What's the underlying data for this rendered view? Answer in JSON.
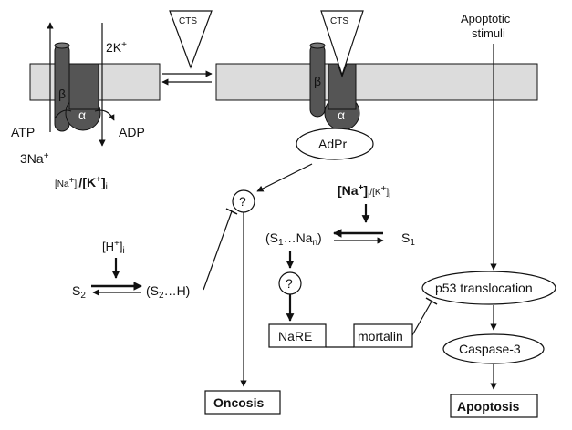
{
  "colors": {
    "membrane": "#dcdcdc",
    "protein": "#555555",
    "stroke": "#111111",
    "background": "#ffffff"
  },
  "left_pump": {
    "beta": "β",
    "alpha": "α",
    "k_label": "2K",
    "k_sup": "+",
    "atp": "ATP",
    "adp": "ADP",
    "na_label": "3Na",
    "na_sup": "+",
    "ratio": {
      "open": "[Na",
      "na_sup": "+",
      "mid": "]",
      "i1": "i",
      "slash": "/",
      "k_open": "[K",
      "k_sup": "+",
      "k_close": "]",
      "i2": "i"
    }
  },
  "cts": {
    "label_left": "CTS",
    "label_right": "CTS"
  },
  "right_pump": {
    "beta": "β",
    "alpha": "α",
    "adpr": "AdPr"
  },
  "apoptotic_stimuli": {
    "line1": "Apoptotic",
    "line2": "stimuli"
  },
  "question_mark_1": "?",
  "question_mark_2": "?",
  "proton": {
    "open": "[H",
    "sup": "+",
    "close": "]",
    "sub": "i"
  },
  "s2_equilibrium": {
    "s": "S",
    "s_sub": "2",
    "complex_open": "(S",
    "complex_sub": "2",
    "complex_tail": "…H)"
  },
  "na_ratio_right": {
    "open": "[Na",
    "na_sup": "+",
    "close": "]",
    "i1": "i",
    "rest_open": "/[K",
    "k_sup": "+",
    "k_close": "]",
    "i2": "i"
  },
  "s1_equilibrium": {
    "complex_open": "(S",
    "complex_sub": "1",
    "complex_mid": "…Na",
    "complex_subn": "n",
    "complex_close": ")",
    "s": "S",
    "s_sub": "1"
  },
  "nare": "NaRE",
  "mortalin": "mortalin",
  "p53": "p53 translocation",
  "caspase": "Caspase-3",
  "oncosis": "Oncosis",
  "apoptosis": "Apoptosis"
}
